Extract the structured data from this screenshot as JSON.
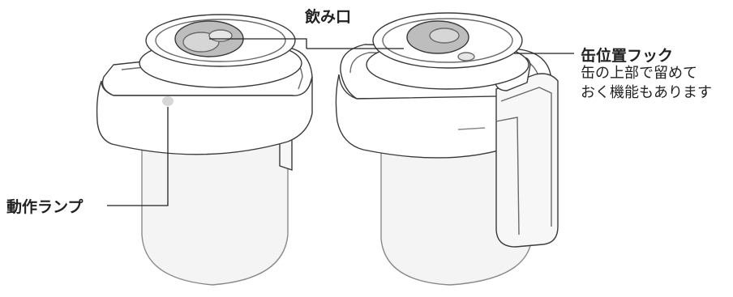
{
  "labels": {
    "drink_port": "飲み口",
    "hook_title": "缶位置フック",
    "hook_desc_1": "缶の上部で留めて",
    "hook_desc_2": "おく機能もあります",
    "lamp": "動作ランプ"
  },
  "colors": {
    "outline": "#3a3a3a",
    "can_fill": "#f4f4f4",
    "lid_fill": "#ffffff",
    "opening_fill": "#bdbdbd",
    "lamp_glow": "#d7d7d7",
    "text": "#222222"
  }
}
